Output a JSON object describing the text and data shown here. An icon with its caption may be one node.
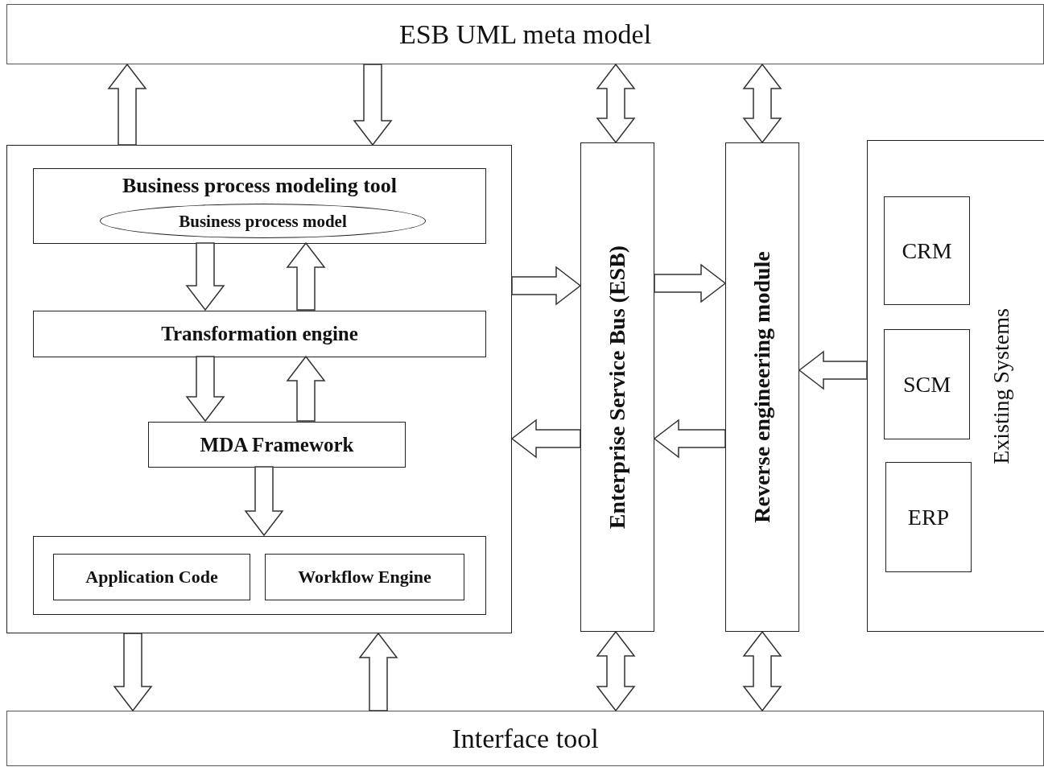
{
  "diagram": {
    "nodes": [
      {
        "text": [
          "ESB UML meta model"
        ]
      },
      {
        "text": [],
        "shape": "box"
      },
      {
        "text": [
          "Business process modeling tool"
        ],
        "in": 1
      },
      {
        "text": [
          "Business process model"
        ],
        "in": 2
      },
      {
        "text": [
          "Transformation engine"
        ],
        "in": 1
      },
      {
        "text": [
          "MDA Framework"
        ],
        "in": 1
      },
      {
        "text": [],
        "shape": "box",
        "in": 1
      },
      {
        "text": [
          "Application Code"
        ],
        "in": 6
      },
      {
        "text": [
          "Workflow Engine"
        ],
        "in": 6
      },
      {
        "text": [
          "Enterprise Service Bus (ESB)"
        ]
      },
      {
        "text": [
          "Reverse engineering module"
        ]
      },
      {
        "text": [
          "Existing Systems"
        ]
      },
      {
        "text": [
          "CRM"
        ],
        "in": 11
      },
      {
        "text": [
          "SCM"
        ],
        "in": 11
      },
      {
        "text": [
          "ERP"
        ],
        "in": 11
      },
      {
        "text": [
          "Interface tool"
        ]
      }
    ],
    "edges": [
      {
        "from": 1,
        "to": 0,
        "arrow": "to"
      },
      {
        "from": 0,
        "to": 1,
        "arrow": "to"
      },
      {
        "from": 0,
        "to": 9,
        "arrow": "both"
      },
      {
        "from": 0,
        "to": 10,
        "arrow": "both"
      },
      {
        "from": 2,
        "to": 4,
        "arrow": "to"
      },
      {
        "from": 4,
        "to": 2,
        "arrow": "to"
      },
      {
        "from": 4,
        "to": 5,
        "arrow": "to"
      },
      {
        "from": 5,
        "to": 4,
        "arrow": "to"
      },
      {
        "from": 5,
        "to": 6,
        "arrow": "to"
      },
      {
        "from": 1,
        "to": 9,
        "arrow": "to"
      },
      {
        "from": 9,
        "to": 1,
        "arrow": "to"
      },
      {
        "from": 9,
        "to": 10,
        "arrow": "to"
      },
      {
        "from": 10,
        "to": 9,
        "arrow": "to"
      },
      {
        "from": 11,
        "to": 10,
        "arrow": "to"
      },
      {
        "from": 1,
        "to": 15,
        "arrow": "to"
      },
      {
        "from": 15,
        "to": 1,
        "arrow": "to"
      },
      {
        "from": 9,
        "to": 15,
        "arrow": "both"
      },
      {
        "from": 10,
        "to": 15,
        "arrow": "both"
      }
    ]
  }
}
